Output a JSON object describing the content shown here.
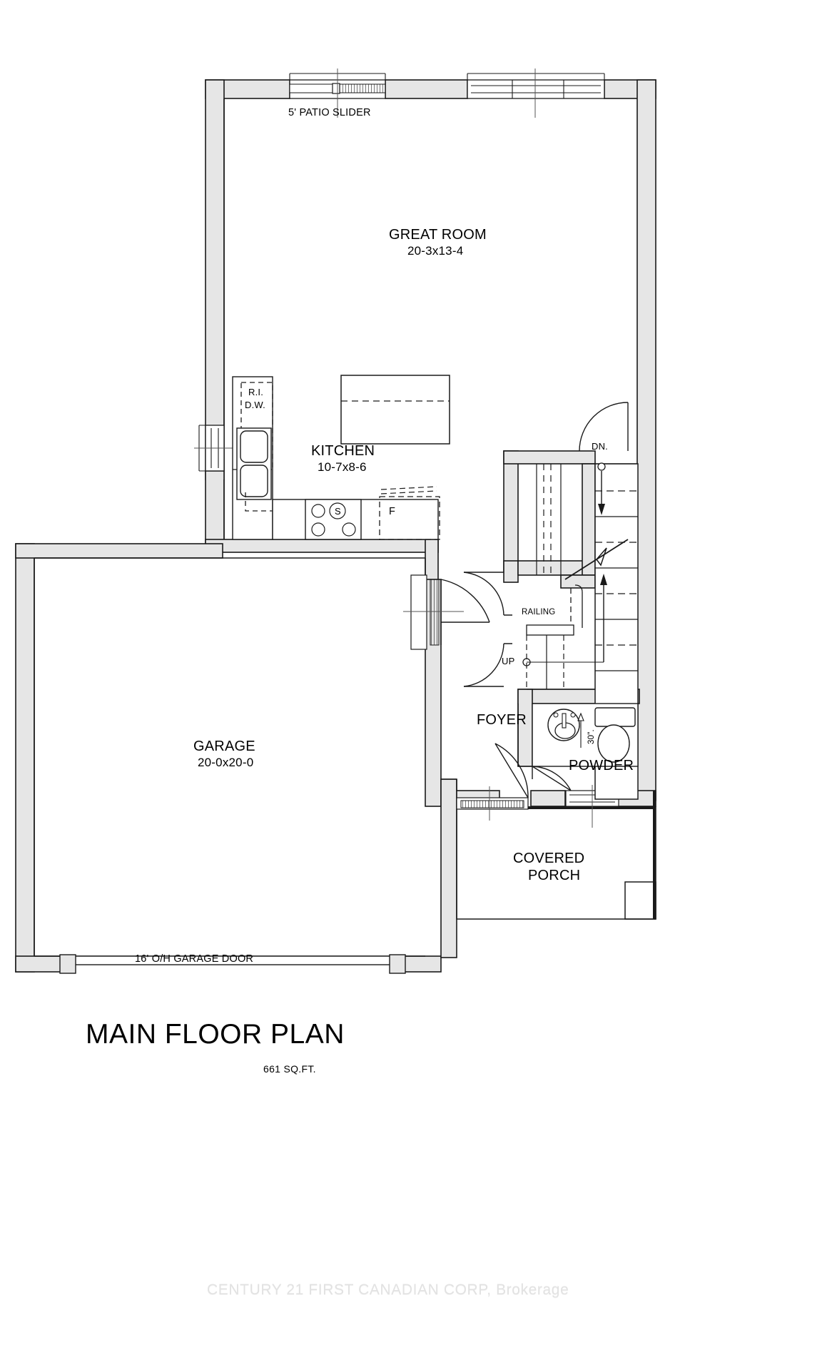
{
  "document": {
    "title": "MAIN FLOOR PLAN",
    "area": "661 SQ.FT.",
    "watermark": "CENTURY 21 FIRST CANADIAN CORP, Brokerage"
  },
  "rooms": [
    {
      "id": "great-room",
      "name": "GREAT ROOM",
      "dimensions": "20-3x13-4"
    },
    {
      "id": "kitchen",
      "name": "KITCHEN",
      "dimensions": "10-7x8-6"
    },
    {
      "id": "garage",
      "name": "GARAGE",
      "dimensions": "20-0x20-0"
    },
    {
      "id": "foyer",
      "name": "FOYER",
      "dimensions": ""
    },
    {
      "id": "powder",
      "name": "POWDER",
      "dimensions": ""
    },
    {
      "id": "covered-porch",
      "name_line1": "COVERED",
      "name_line2": "PORCH",
      "dimensions": ""
    }
  ],
  "annotations": {
    "patio_slider": "5' PATIO SLIDER",
    "garage_door": "16' O/H GARAGE DOOR",
    "dishwasher_line1": "R.I.",
    "dishwasher_line2": "D.W.",
    "sink": "S",
    "fridge": "F",
    "stairs_down": "DN.",
    "stairs_up": "UP",
    "railing": "RAILING",
    "vanity_clearance": "30\"."
  },
  "colors": {
    "wall_fill": "#e6e6e6",
    "wall_stroke": "#1a1a1a",
    "line": "#1a1a1a",
    "thin_line": "#2b2b2b",
    "text": "#000000",
    "watermark": "#e2e2e2",
    "background": "#ffffff"
  }
}
